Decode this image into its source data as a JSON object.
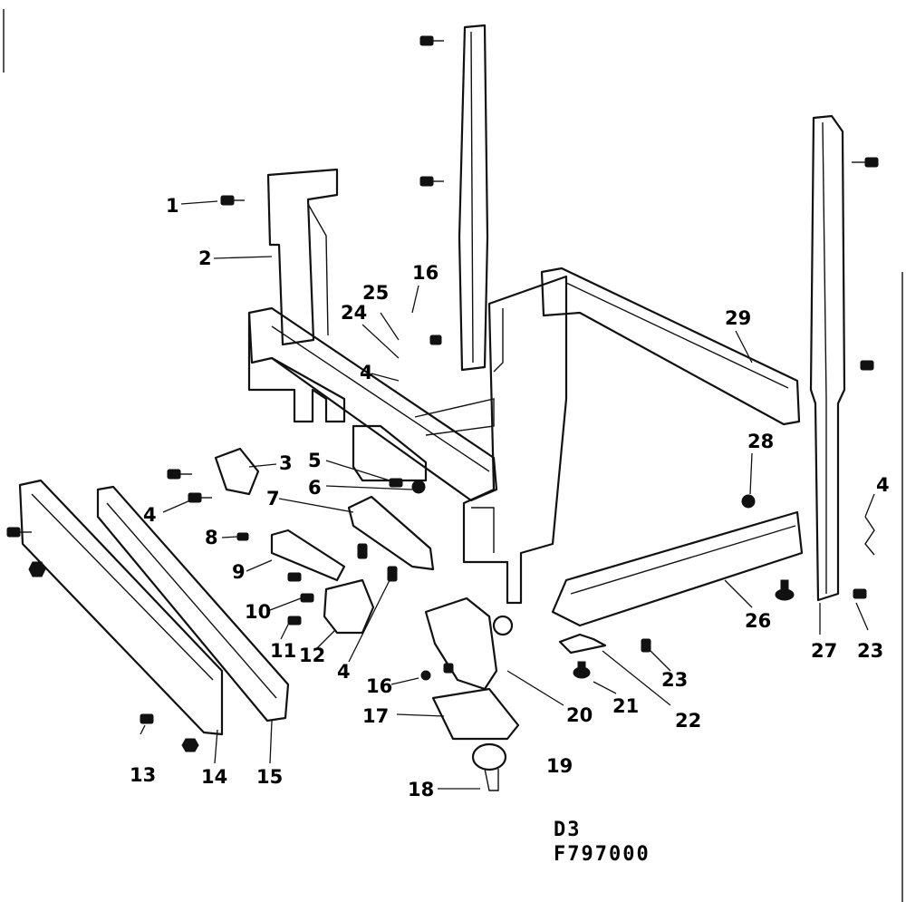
{
  "diagram": {
    "section_code": "D3",
    "drawing_number": "F797000",
    "callouts": [
      "1",
      "2",
      "3",
      "4",
      "4",
      "4",
      "4",
      "5",
      "6",
      "7",
      "8",
      "9",
      "10",
      "11",
      "12",
      "13",
      "14",
      "15",
      "16",
      "16",
      "17",
      "18",
      "19",
      "20",
      "21",
      "22",
      "23",
      "23",
      "24",
      "25",
      "26",
      "27",
      "28",
      "29"
    ]
  }
}
